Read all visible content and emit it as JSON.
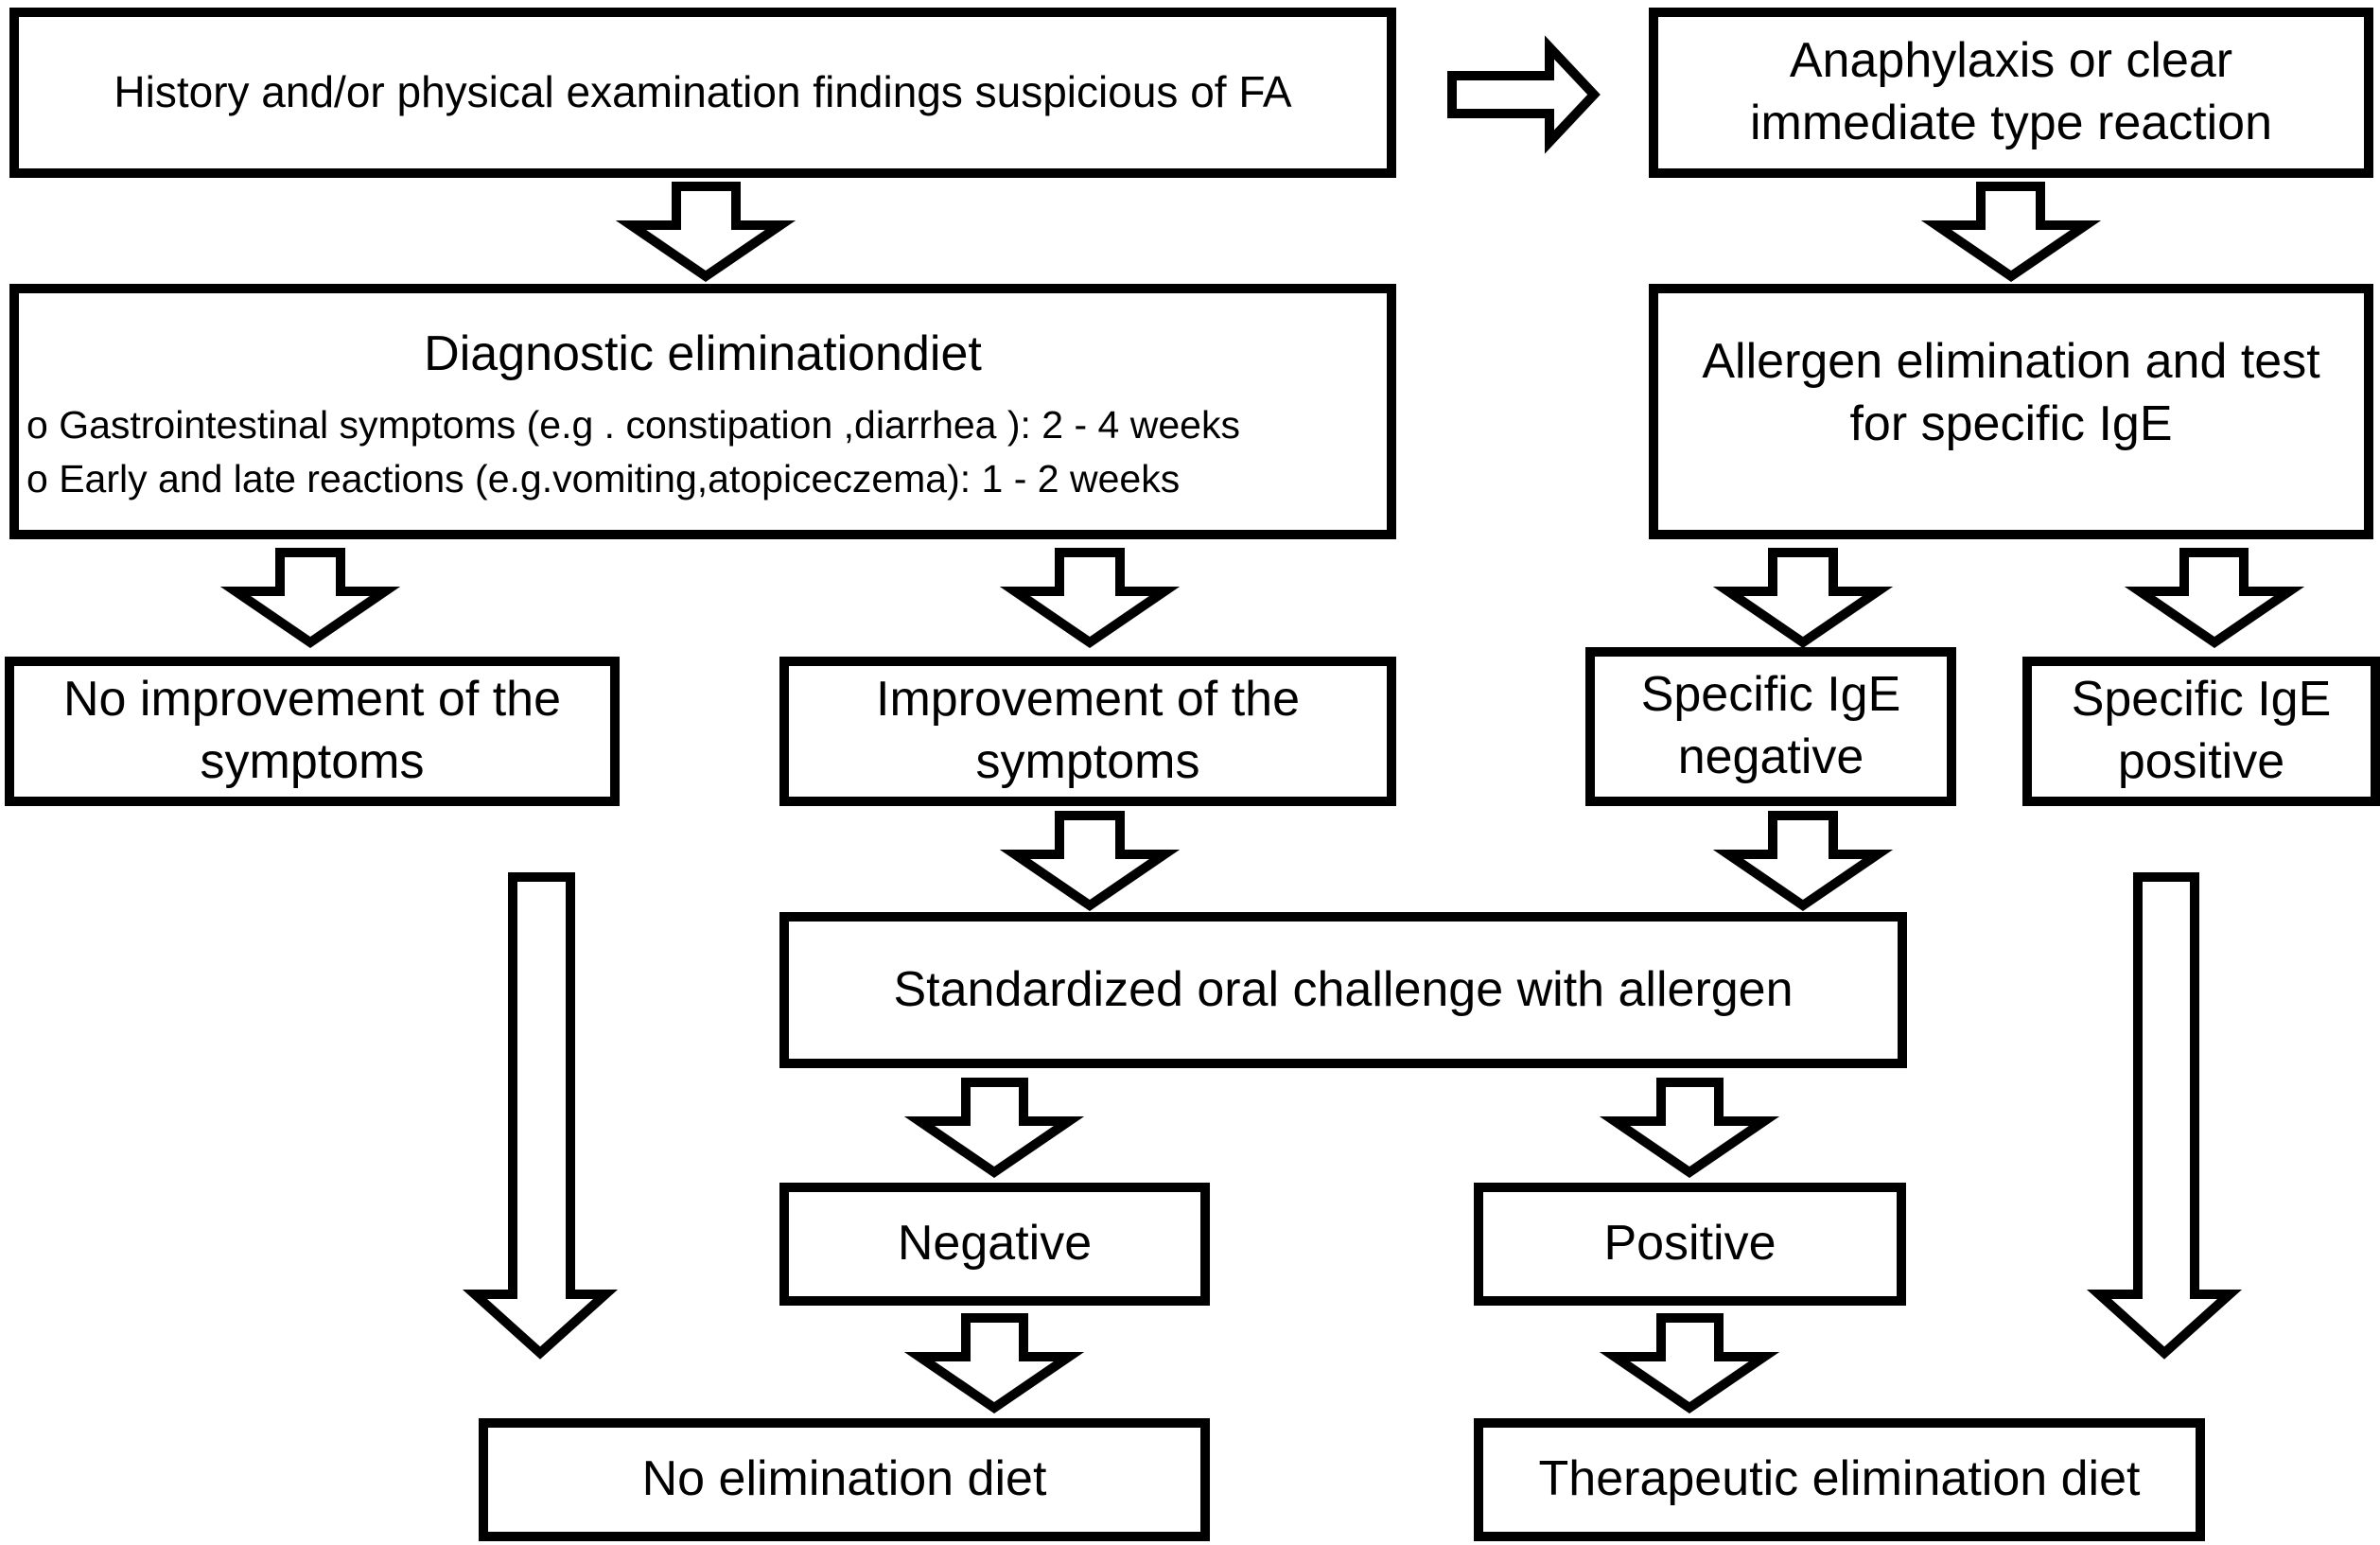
{
  "colors": {
    "stroke": "#000000",
    "fill": "#ffffff"
  },
  "boxes": {
    "history": "History and/or physical examination findings suspicious of FA",
    "anaphylaxis": [
      "Anaphylaxis or clear",
      "immediate type reaction"
    ],
    "diagnostic": {
      "title": "Diagnostic eliminationdiet",
      "items": [
        "o Gastrointestinal symptoms (e.g . constipation  ,diarrhea ): 2 - 4 weeks",
        "o Early and late reactions (e.g.vomiting,atopiceczema): 1 - 2 weeks"
      ]
    },
    "allergen": [
      "Allergen elimination and test",
      "for specific IgE"
    ],
    "no_improvement": [
      "No improvement of the",
      "symptoms"
    ],
    "improvement": [
      "Improvement of the",
      "symptoms"
    ],
    "ige_negative": [
      "Specific IgE",
      "negative"
    ],
    "ige_positive": [
      "Specific IgE",
      "positive"
    ],
    "challenge": "Standardized oral challenge with allergen",
    "negative": "Negative",
    "positive": "Positive",
    "no_elimination": "No elimination diet",
    "therapeutic": "Therapeutic elimination diet"
  }
}
